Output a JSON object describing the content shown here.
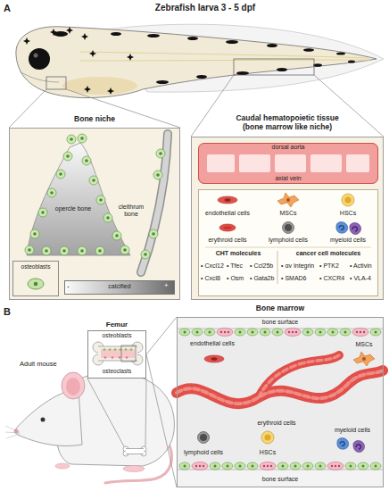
{
  "diagram": {
    "nodes": [
      {
        "text": [
          "Bone niche",
          "opercle bone",
          "cleithrum bone"
        ]
      },
      {
        "text": [
          "osteoblasts"
        ],
        "in": 0
      },
      {
        "text": [
          "-",
          "calcified",
          "+"
        ],
        "in": 0
      },
      {
        "text": [
          "Caudal hematopoietic tissue (bone marrow like niche)"
        ]
      },
      {
        "text": [
          "dorsal aorta",
          "axial vein"
        ],
        "in": 3
      },
      {
        "text": [
          "endothelial cells",
          "MSCs",
          "HSCs",
          "erythroid cells",
          "lymphoid cells",
          "myeloid cells",
          "CHT molecules",
          "• Cxcl12",
          "• Tfec",
          "• Ccl25b",
          "• Cxcl8",
          "• Osm",
          "• Gata2b",
          "cancer cell molecules",
          "• αv Integrin",
          "• PTK2",
          "• Activin",
          "• SMAD6",
          "• CXCR4",
          "• VLA-4"
        ],
        "in": 3
      },
      {
        "text": [
          "Femur",
          "osteoblasts",
          "osteoclasts"
        ]
      },
      {
        "text": [
          "Bone marrow",
          "bone surface",
          "endothelial cells",
          "MSCs",
          "erythroid cells",
          "lymphoid cells",
          "HSCs",
          "myeloid cells",
          "bone surface"
        ]
      }
    ],
    "edges": [
      {
        "from": 6,
        "to": 7,
        "arrow": "none"
      }
    ],
    "labels": [
      "A",
      "Zebrafish larva 3 - 5 dpf",
      "B",
      "Adult mouse"
    ]
  }
}
